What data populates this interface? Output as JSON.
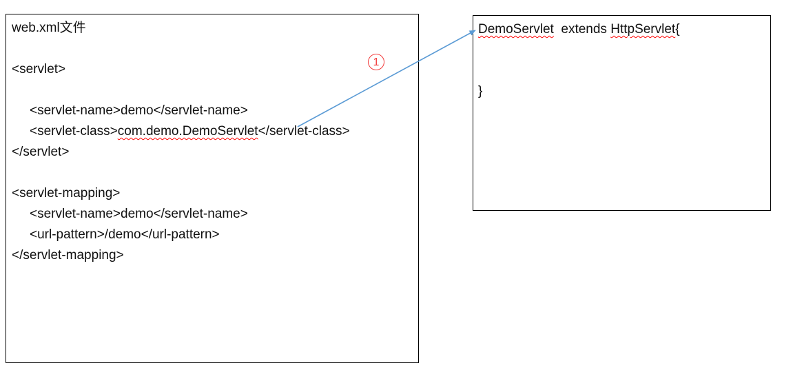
{
  "left_panel": {
    "title": "web.xml文件",
    "servlet_block": {
      "open_tag": "<servlet>",
      "name_line": "<servlet-name>demo</servlet-name>",
      "class_prefix": "<servlet-class>",
      "class_value": "com.demo.DemoServlet",
      "class_suffix": "</servlet-class>",
      "close_tag": "</servlet>"
    },
    "mapping_block": {
      "open_tag": "<servlet-mapping>",
      "name_line": "<servlet-name>demo</servlet-name>",
      "url_line": "<url-pattern>/demo</url-pattern>",
      "close_tag": "</servlet-mapping>"
    }
  },
  "right_panel": {
    "class_name": "DemoServlet",
    "extends_text": "  extends ",
    "superclass": "HttpServlet",
    "open_brace": "{",
    "closing_brace": "}"
  },
  "annotation": {
    "step_label": "1"
  },
  "colors": {
    "arrow_blue": "#5b9bd5",
    "annotation_red": "#f23b3b",
    "squiggle_red": "#ff0000",
    "box_border": "#000000"
  }
}
